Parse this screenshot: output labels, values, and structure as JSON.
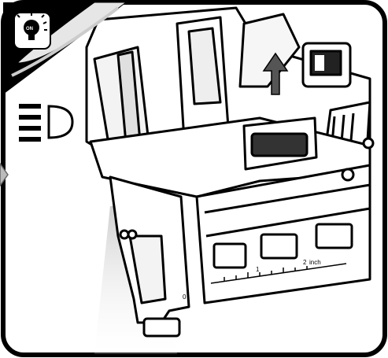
{
  "illustration": {
    "frame_color": "#000000",
    "background_color": "#ffffff",
    "tip_badge_icon": "lightbulb-icon",
    "headlight_icon": "headlight-icon",
    "page_curl_icon": "page-curl-corner",
    "arrow_icon": "up-arrow-icon",
    "side_tab_icon": "chevron-right-icon"
  },
  "labels": {
    "gauge_unit": "inch",
    "gauge_mark_2": "2",
    "gauge_mark_1": "1",
    "gauge_mark_0": "0",
    "bulb_inner": "ON"
  }
}
